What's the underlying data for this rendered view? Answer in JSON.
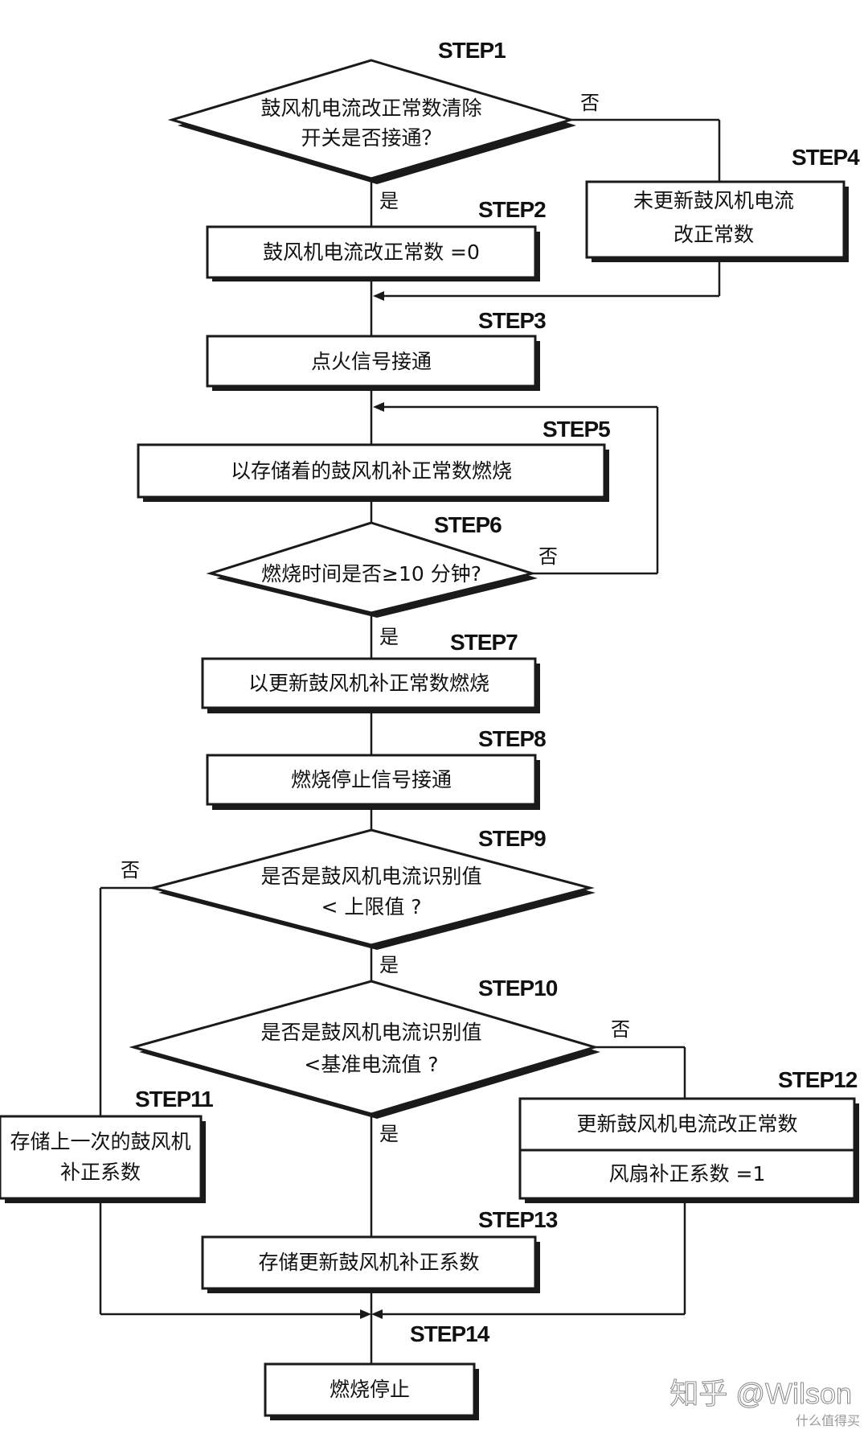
{
  "steps": {
    "s1": {
      "label": "STEP1",
      "lines": [
        "鼓风机电流改正常数清除",
        "开关是否接通？"
      ]
    },
    "s2": {
      "label": "STEP2",
      "lines": [
        "鼓风机电流改正常数 =0"
      ]
    },
    "s3": {
      "label": "STEP3",
      "lines": [
        "点火信号接通"
      ]
    },
    "s4": {
      "label": "STEP4",
      "lines": [
        "未更新鼓风机电流",
        "改正常数"
      ]
    },
    "s5": {
      "label": "STEP5",
      "lines": [
        "以存储着的鼓风机补正常数燃烧"
      ]
    },
    "s6": {
      "label": "STEP6",
      "lines": [
        "燃烧时间是否≥10 分钟?"
      ]
    },
    "s7": {
      "label": "STEP7",
      "lines": [
        "以更新鼓风机补正常数燃烧"
      ]
    },
    "s8": {
      "label": "STEP8",
      "lines": [
        "燃烧停止信号接通"
      ]
    },
    "s9": {
      "label": "STEP9",
      "lines": [
        "是否是鼓风机电流识别值",
        "<  上限值 ?"
      ]
    },
    "s10": {
      "label": "STEP10",
      "lines": [
        "是否是鼓风机电流识别值",
        "<基准电流值 ?"
      ]
    },
    "s11": {
      "label": "STEP11",
      "lines": [
        "存储上一次的鼓风机",
        "补正系数"
      ]
    },
    "s12": {
      "label": "STEP12",
      "lines": [
        "更新鼓风机电流改正常数",
        "风扇补正系数 =1"
      ]
    },
    "s13": {
      "label": "STEP13",
      "lines": [
        "存储更新鼓风机补正系数"
      ]
    },
    "s14": {
      "label": "STEP14",
      "lines": [
        "燃烧停止"
      ]
    }
  },
  "branches": {
    "yes": "是",
    "no": "否"
  },
  "watermark": {
    "text": "知乎 @Wilson",
    "sub": "什么值得买"
  }
}
